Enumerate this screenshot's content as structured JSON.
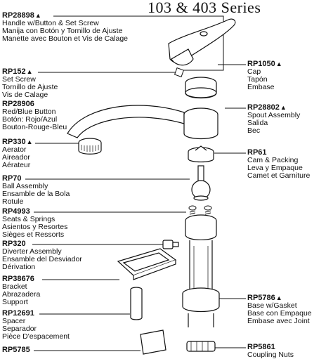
{
  "title": "103 & 403 Series",
  "parts": [
    {
      "id": "rp28898",
      "code": "RP28898",
      "mark": "▲",
      "lines": [
        "Handle w/Button & Set Screw",
        "Manija con Botón y Tornillo de Ajuste",
        "Manette avec Bouton et Vis de Calage"
      ]
    },
    {
      "id": "rp152",
      "code": "RP152",
      "mark": "▲",
      "lines": [
        "Set Screw",
        "Tornillo de Ajuste",
        "Vis de Calage"
      ]
    },
    {
      "id": "rp28906",
      "code": "RP28906",
      "mark": "",
      "lines": [
        "Red/Blue Button",
        "Botón: Rojo/Azul",
        "Bouton-Rouge-Bleu"
      ]
    },
    {
      "id": "rp330",
      "code": "RP330",
      "mark": "▲",
      "lines": [
        "Aerator",
        "Aireador",
        "Aérateur"
      ]
    },
    {
      "id": "rp70",
      "code": "RP70",
      "mark": "",
      "lines": [
        "Ball Assembly",
        "Ensamble de la Bola",
        "Rotule"
      ]
    },
    {
      "id": "rp4993",
      "code": "RP4993",
      "mark": "",
      "lines": [
        "Seats & Springs",
        "Asientos y Resortes",
        "Sièges et Ressorts"
      ]
    },
    {
      "id": "rp320",
      "code": "RP320",
      "mark": "",
      "lines": [
        "Diverter Assembly",
        "Ensamble del Desviador",
        "Dérivation"
      ]
    },
    {
      "id": "rp38676",
      "code": "RP38676",
      "mark": "",
      "lines": [
        "Bracket",
        "Abrazadera",
        "Support"
      ]
    },
    {
      "id": "rp12691",
      "code": "RP12691",
      "mark": "",
      "lines": [
        "Spacer",
        "Separador",
        "Pièce D'espacement"
      ]
    },
    {
      "id": "rp5785",
      "code": "RP5785",
      "mark": "",
      "lines": []
    },
    {
      "id": "rp1050",
      "code": "RP1050",
      "mark": "▲",
      "lines": [
        "Cap",
        "Tapón",
        "Embase"
      ]
    },
    {
      "id": "rp28802",
      "code": "RP28802",
      "mark": "▲",
      "lines": [
        "Spout Assembly",
        "Salida",
        "Bec"
      ]
    },
    {
      "id": "rp61",
      "code": "RP61",
      "mark": "",
      "lines": [
        "Cam & Packing",
        "Leva y Empaque",
        "Camet et Garniture"
      ]
    },
    {
      "id": "rp5786",
      "code": "RP5786",
      "mark": "▲",
      "lines": [
        "Base w/Gasket",
        "Base con Empaque",
        "Embase avec Joint"
      ]
    },
    {
      "id": "rp5861",
      "code": "RP5861",
      "mark": "",
      "lines": [
        "Coupling Nuts"
      ]
    }
  ]
}
